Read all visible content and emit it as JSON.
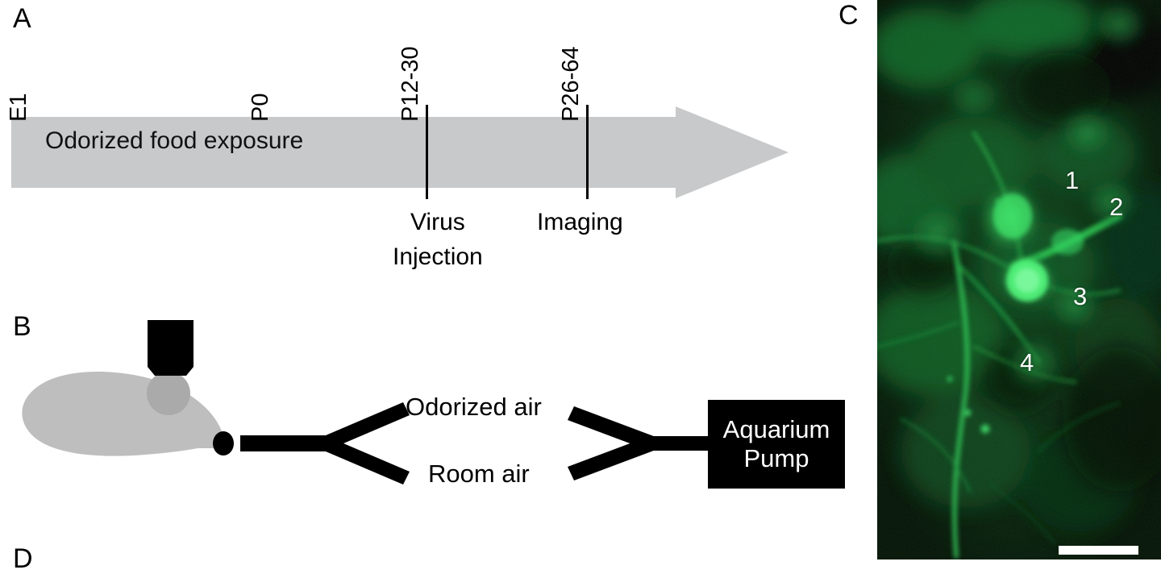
{
  "figure": {
    "panels": [
      {
        "id": "A",
        "letter": "A"
      },
      {
        "id": "B",
        "letter": "B"
      },
      {
        "id": "C",
        "letter": "C"
      },
      {
        "id": "D",
        "letter": "D"
      }
    ]
  },
  "panel_a": {
    "letter": "A",
    "bar_label": "Odorized food exposure",
    "age_labels": [
      {
        "name": "e1",
        "text": "E1"
      },
      {
        "name": "p0",
        "text": "P0"
      },
      {
        "name": "p12-30",
        "text": "P12-30"
      },
      {
        "name": "p26-64",
        "text": "P26-64"
      }
    ],
    "events": [
      {
        "name": "virus-injection",
        "line1": "Virus",
        "line2": "Injection"
      },
      {
        "name": "imaging",
        "line1": "Imaging",
        "line2": ""
      }
    ],
    "arrow_color": "#c8c9cb"
  },
  "panel_b": {
    "letter": "B",
    "odorized_air_label": "Odorized air",
    "room_air_label": "Room air",
    "pump_line1": "Aquarium",
    "pump_line2": "Pump",
    "mouse_body_color": "#bebebe",
    "head_circle_color": "#aaaaaa",
    "objective_color": "#000000",
    "tubing_color": "#000000"
  },
  "panel_c": {
    "letter": "C",
    "cell_numbers": [
      "1",
      "2",
      "3",
      "4"
    ],
    "image_type": "two-photon fluorescence micrograph",
    "fluorophore_color": "#22cc44",
    "background_color": "#041004",
    "scale_bar": {
      "name": "scale-bar",
      "color": "#ffffff"
    }
  },
  "panel_d": {
    "letter": "D"
  }
}
